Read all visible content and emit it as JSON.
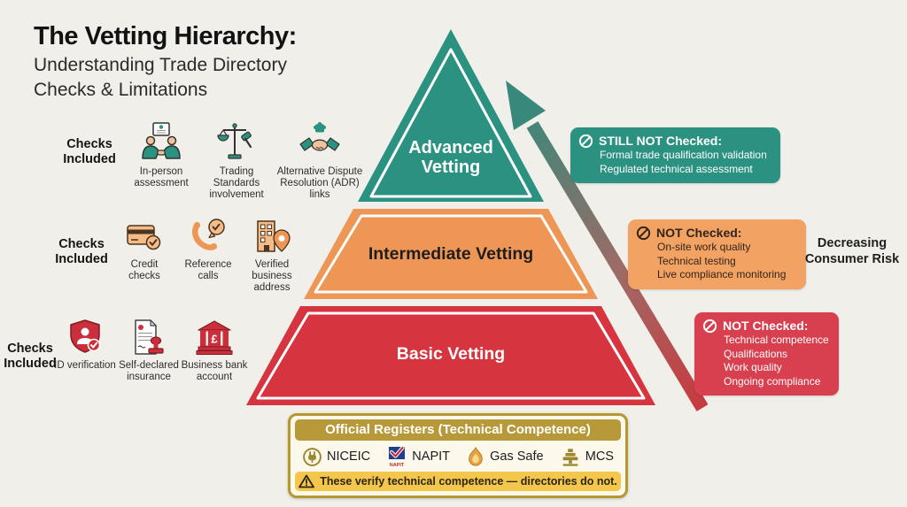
{
  "title": {
    "main": "The Vetting Hierarchy:",
    "subtitle_line1": "Understanding Trade Directory",
    "subtitle_line2": "Checks & Limitations"
  },
  "check_rows": [
    {
      "label": "Checks Included",
      "tier": "advanced",
      "color": "#2b9282",
      "items": [
        {
          "icon": "in-person-assessment-icon",
          "label": "In-person assessment"
        },
        {
          "icon": "trading-standards-icon",
          "label": "Trading Standards involvement"
        },
        {
          "icon": "adr-links-icon",
          "label": "Alternative Dispute Resolution (ADR) links"
        }
      ]
    },
    {
      "label": "Checks Included",
      "tier": "intermediate",
      "color": "#ee9655",
      "items": [
        {
          "icon": "credit-checks-icon",
          "label": "Credit checks"
        },
        {
          "icon": "reference-calls-icon",
          "label": "Reference calls"
        },
        {
          "icon": "verified-business-address-icon",
          "label": "Verified business address"
        }
      ]
    },
    {
      "label": "Checks Included",
      "tier": "basic",
      "color": "#d6353f",
      "items": [
        {
          "icon": "id-verification-icon",
          "label": "ID verification"
        },
        {
          "icon": "self-declared-insurance-icon",
          "label": "Self-declared insurance"
        },
        {
          "icon": "business-bank-account-icon",
          "label": "Business bank account"
        }
      ]
    }
  ],
  "pyramid": {
    "tiers": [
      {
        "label": "Advanced Vetting",
        "color": "#2b9282"
      },
      {
        "label": "Intermediate Vetting",
        "color": "#ee9655"
      },
      {
        "label": "Basic Vetting",
        "color": "#d6353f"
      }
    ]
  },
  "callouts": [
    {
      "heading": "STILL NOT Checked:",
      "color": "#2b9282",
      "items": [
        "Formal trade qualification validation",
        "Regulated technical assessment"
      ]
    },
    {
      "heading": "NOT Checked:",
      "color": "#f2a263",
      "items": [
        "On-site work quality",
        "Technical testing",
        "Live compliance monitoring"
      ]
    },
    {
      "heading": "NOT Checked:",
      "color": "#d84050",
      "items": [
        "Technical competence",
        "Qualifications",
        "Work quality",
        "Ongoing compliance"
      ]
    }
  ],
  "risk_label": {
    "line1": "Decreasing",
    "line2": "Consumer Risk"
  },
  "registers": {
    "header": "Official Registers (Technical Competence)",
    "logos": [
      {
        "icon": "niceic-logo",
        "label": "NICEIC"
      },
      {
        "icon": "napit-logo",
        "label": "NAPIT"
      },
      {
        "icon": "gas-safe-logo",
        "label": "Gas Safe"
      },
      {
        "icon": "mcs-logo",
        "label": "MCS"
      }
    ],
    "warning": "These verify technical competence — directories do not."
  },
  "icon_glyphs": {
    "bank_currency": "£",
    "napit_small": "NAPIT"
  },
  "colors": {
    "background": "#f0efe9",
    "accent_teal": "#2b9282",
    "accent_orange": "#ee9655",
    "accent_red": "#d6353f",
    "gold": "#b5992f",
    "warning_yellow": "#f2c74b"
  }
}
